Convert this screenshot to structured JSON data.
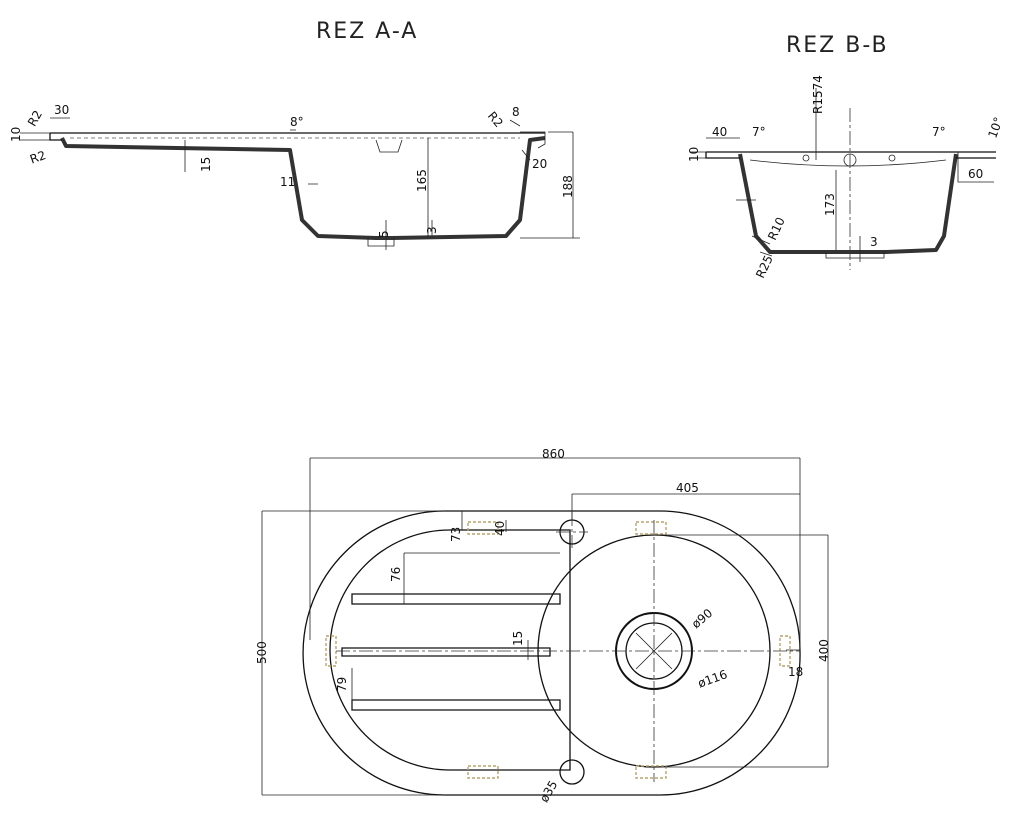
{
  "section_a": {
    "title": "REZ A-A",
    "dims": {
      "d30": "30",
      "r2_top": "R2",
      "d10": "10",
      "r2_bottom": "R2",
      "ang8_left": "8°",
      "r2_right": "R2",
      "d8_right": "8",
      "d15": "15",
      "d11": "11",
      "d165": "165",
      "d188": "188",
      "d20": "20",
      "d5": "5",
      "d3": "3"
    }
  },
  "section_b": {
    "title": "REZ B-B",
    "dims": {
      "r1574": "R1574",
      "d40": "40",
      "ang7_left": "7°",
      "ang7_right": "7°",
      "d10_ang": "10°",
      "d10": "10",
      "d60": "60",
      "d173": "173",
      "r10": "R10",
      "r25": "R25",
      "d3": "3"
    }
  },
  "plan": {
    "dims": {
      "d860": "860",
      "d405": "405",
      "d40": "40",
      "d73": "73",
      "d76": "76",
      "d15": "15",
      "d500": "500",
      "d400": "400",
      "d79": "79",
      "d18": "18",
      "dia90": "ø90",
      "dia116": "ø116",
      "dia35": "ø35"
    }
  }
}
